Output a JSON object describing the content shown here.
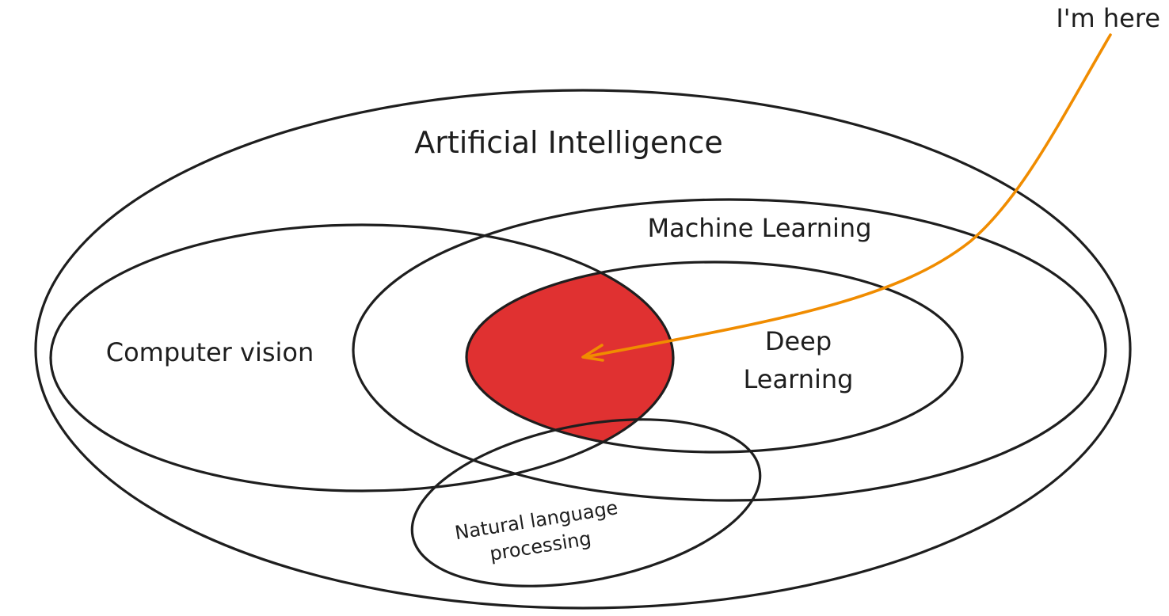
{
  "labels": {
    "ai": "Artificial Intelligence",
    "ml": "Machine Learning",
    "cv": "Computer vision",
    "dl_line1": "Deep",
    "dl_line2": "Learning",
    "nlp_line1": "Natural language",
    "nlp_line2": "processing",
    "marker": "I'm here"
  },
  "colors": {
    "outline": "#1e1e1e",
    "highlight": "#e03131",
    "arrow": "#f08c00",
    "text": "#1e1e1e"
  }
}
